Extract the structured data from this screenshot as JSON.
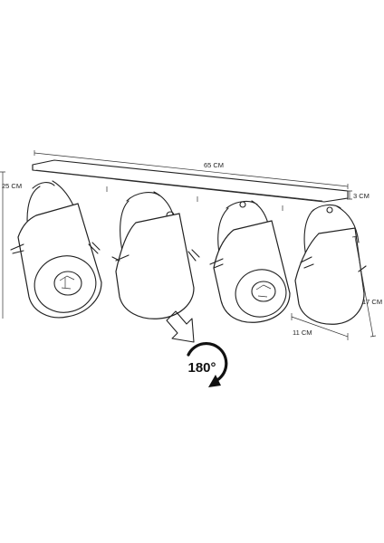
{
  "dimensions": {
    "width": "65 CM",
    "base_height": "3 CM",
    "total_height": "25 CM",
    "lamp_height": "17 CM",
    "lamp_diameter": "11 CM"
  },
  "rotation": {
    "label": "180°"
  },
  "icons": {
    "arrow": "down-right-arrow-icon",
    "rotation": "rotate-icon"
  },
  "colors": {
    "line": "#222222",
    "background": "#ffffff"
  }
}
